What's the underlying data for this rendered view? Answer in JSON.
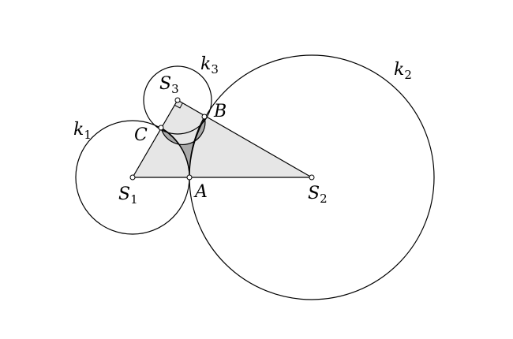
{
  "labels": {
    "k1": {
      "main": "k",
      "sub": "1"
    },
    "k2": {
      "main": "k",
      "sub": "2"
    },
    "k3": {
      "main": "k",
      "sub": "3"
    },
    "S1": {
      "main": "S",
      "sub": "1"
    },
    "S2": {
      "main": "S",
      "sub": "2"
    },
    "S3": {
      "main": "S",
      "sub": "3"
    },
    "A": "A",
    "B": "B",
    "C": "C"
  },
  "colors": {
    "stroke": "#000000",
    "triangle_fill": "#e6e6e6",
    "curved_region_fill": "#a9a9a9",
    "point_fill": "#ffffff"
  }
}
